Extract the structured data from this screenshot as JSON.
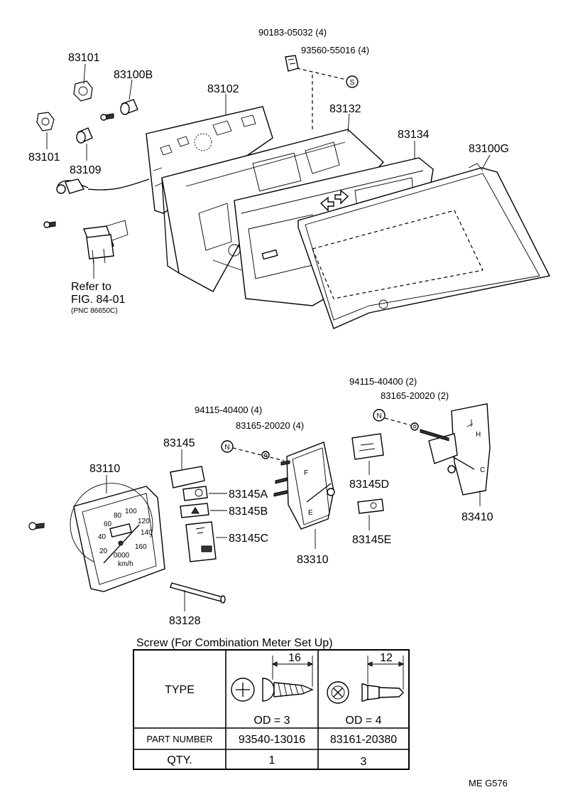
{
  "callouts": {
    "c90183": "90183-05032 (4)",
    "c93560": "93560-55016 (4)",
    "c83101_top": "83101",
    "c83100B": "83100B",
    "c83102": "83102",
    "c83132": "83132",
    "c83134": "83134",
    "c83100G": "83100G",
    "c83101_bot": "83101",
    "c83109": "83109",
    "refer_line1": "Refer to",
    "refer_line2": "FIG. 84-01",
    "refer_line3": "(PNC 86650C)",
    "c94115_a": "94115-40400 (4)",
    "c83165_a": "83165-20020 (4)",
    "c94115_b": "94115-40400 (2)",
    "c83165_b": "83165-20020 (2)",
    "c83145": "83145",
    "c83110": "83110",
    "c83145A": "83145A",
    "c83145B": "83145B",
    "c83145C": "83145C",
    "c83310": "83310",
    "c83145D": "83145D",
    "c83145E": "83145E",
    "c83410": "83410",
    "c83128": "83128"
  },
  "symbols": {
    "n_a": "N",
    "n_b": "N",
    "s": "S",
    "fuel_f": "F",
    "fuel_e": "E",
    "temp_h": "H",
    "temp_c": "C"
  },
  "speedo": {
    "ticks": [
      "20",
      "40",
      "60",
      "80",
      "100",
      "120",
      "140",
      "160"
    ],
    "odo": "0000",
    "unit": "km/h"
  },
  "screw_table": {
    "title": "Screw (For Combination Meter Set Up)",
    "type_label": "TYPE",
    "part_label": "PART NUMBER",
    "qty_label": "QTY.",
    "dim_1": "16",
    "dim_2": "12",
    "od_1": "OD = 3",
    "od_2": "OD = 4",
    "part_1": "93540-13016",
    "part_2": "83161-20380",
    "qty_1": "1",
    "qty_2": "3"
  },
  "footer_code": "ME  G576"
}
